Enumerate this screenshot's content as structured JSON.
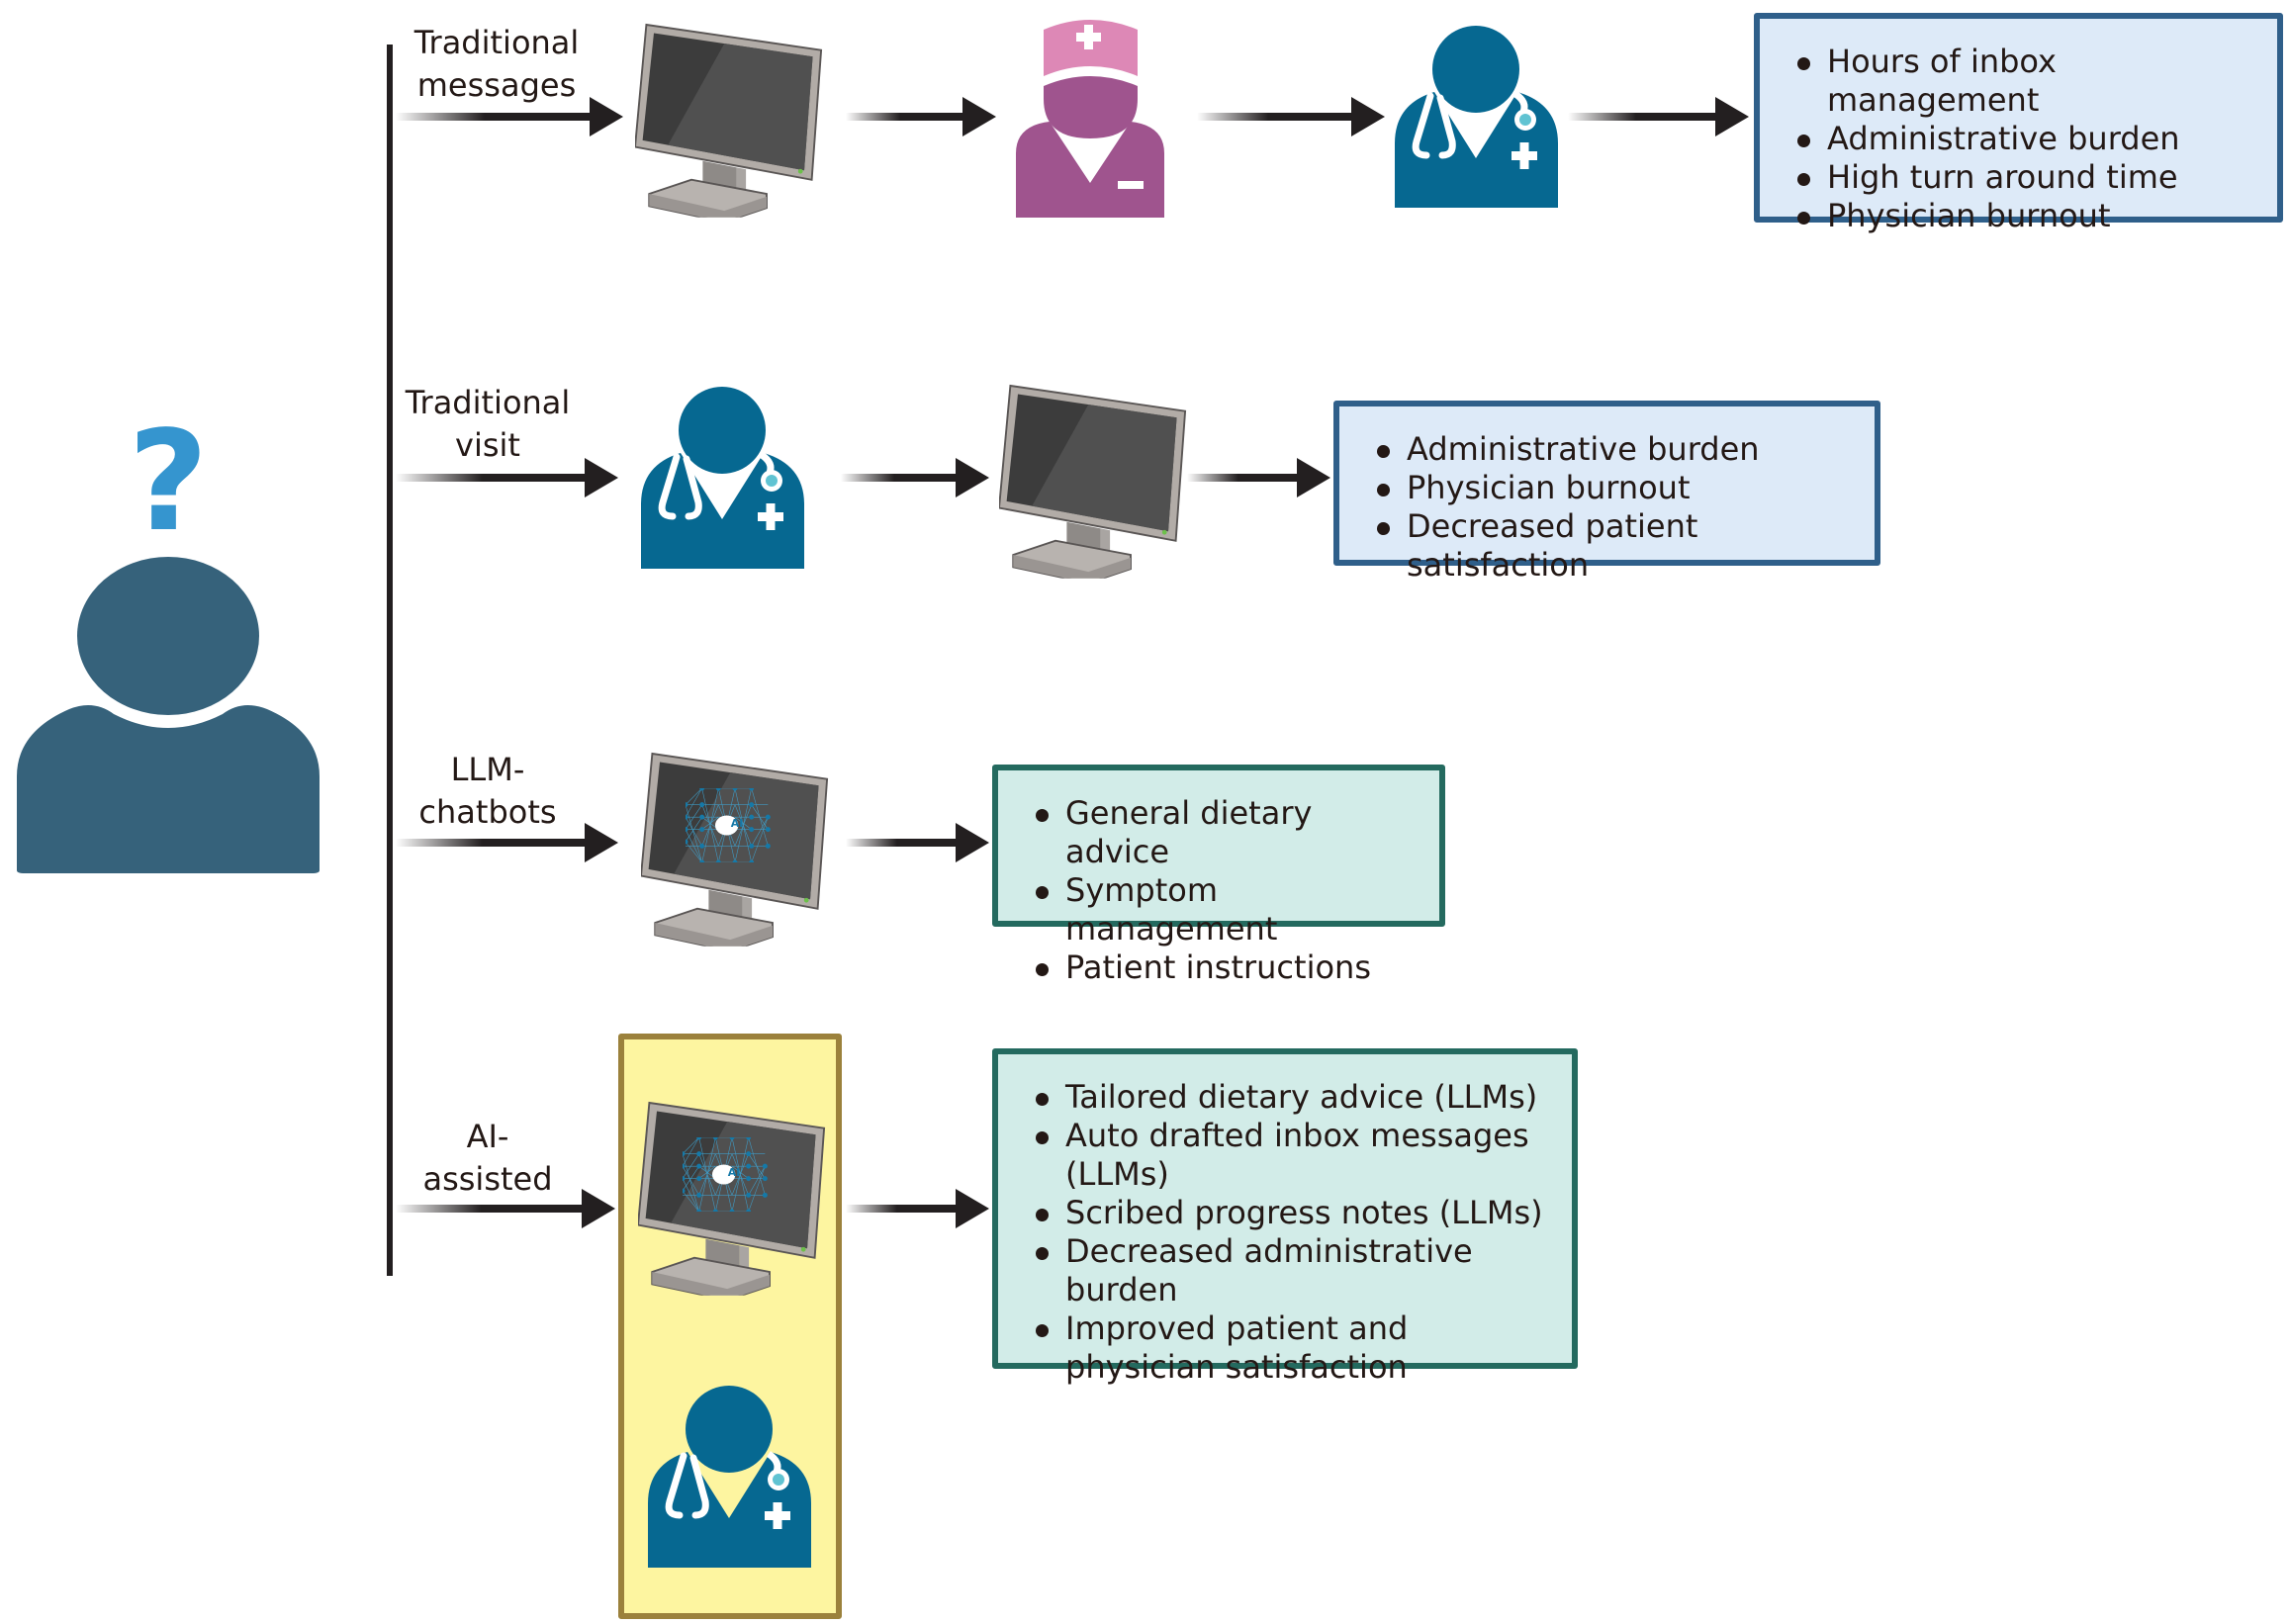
{
  "figure": {
    "patient": {
      "icon": "patient-question-icon",
      "question_mark": "?",
      "colors": {
        "person": "#36627b",
        "question": "#3595cf"
      }
    },
    "colors": {
      "arrow": "#231f20",
      "nurse_body": "#9f548e",
      "nurse_cap": "#dd88b6",
      "doctor": "#066891",
      "stethoscope_accent": "#60c3d2",
      "blue_box_fill": "#ddeaf8",
      "blue_box_border": "#2f5f8a",
      "teal_box_fill": "#d2ece8",
      "teal_box_border": "#246a5f",
      "highlight_fill": "#fdf5a0",
      "highlight_border": "#9b813c"
    },
    "rows": [
      {
        "label_lines": [
          "Traditional",
          "messages"
        ],
        "flow": [
          "monitor-icon",
          "nurse-icon",
          "doctor-icon"
        ],
        "outcomes": [
          "Hours of inbox management",
          "Administrative burden",
          "High turn around time",
          "Physician burnout"
        ],
        "outcome_style": "blue"
      },
      {
        "label_lines": [
          "Traditional",
          "visit"
        ],
        "flow": [
          "doctor-icon",
          "monitor-icon"
        ],
        "outcomes": [
          "Administrative burden",
          "Physician burnout",
          "Decreased patient satisfaction"
        ],
        "outcome_style": "blue"
      },
      {
        "label_lines": [
          "LLM-",
          "chatbots"
        ],
        "flow": [
          "ai-monitor-icon"
        ],
        "ai_badge": "AI",
        "outcomes": [
          "General dietary advice",
          "Symptom management",
          "Patient instructions"
        ],
        "outcome_style": "teal"
      },
      {
        "label_lines": [
          "AI-",
          "assisted"
        ],
        "flow": [
          "ai-monitor-icon",
          "doctor-icon"
        ],
        "ai_badge": "AI",
        "outcomes": [
          "Tailored dietary advice (LLMs)",
          "Auto drafted inbox messages (LLMs)",
          "Scribed progress notes (LLMs)",
          "Decreased administrative burden",
          "Improved patient and physician satisfaction"
        ],
        "outcome_style": "teal"
      }
    ]
  }
}
